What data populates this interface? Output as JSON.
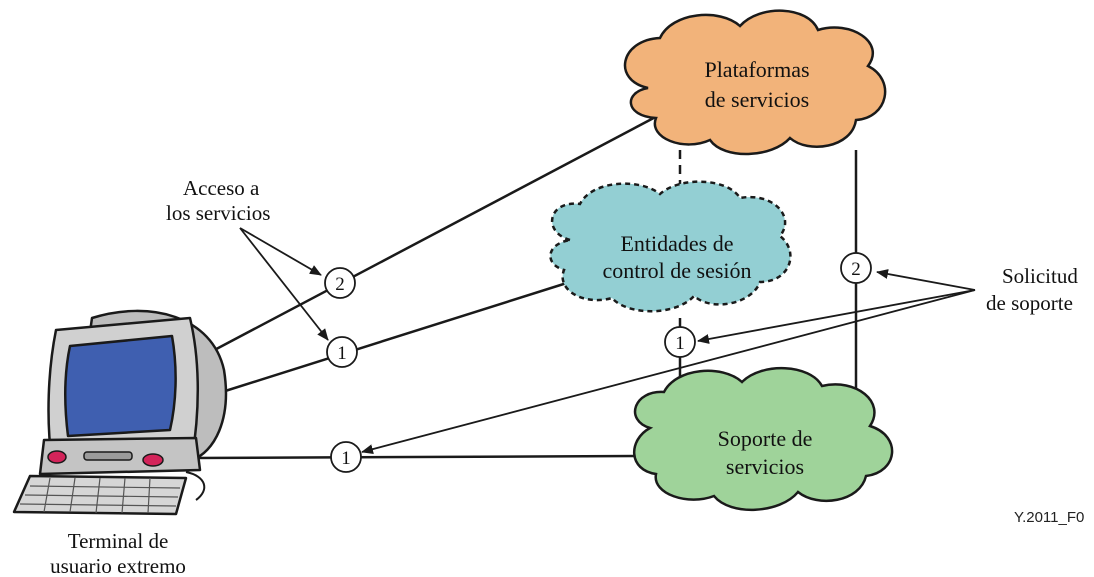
{
  "colors": {
    "platform_cloud": "#f2b37a",
    "session_cloud": "#93cfd3",
    "support_cloud": "#9fd39a",
    "outline": "#1a1a1a",
    "monitor_screen": "#3f5fb0",
    "monitor_body": "#c9c9c9",
    "red_buttons": "#d3245a"
  },
  "clouds": {
    "platform": {
      "line1": "Plataformas",
      "line2": "de servicios"
    },
    "session": {
      "line1": "Entidades de",
      "line2": "control de sesión"
    },
    "support": {
      "line1": "Soporte de",
      "line2": "servicios"
    }
  },
  "labels": {
    "access": {
      "line1": "Acceso a",
      "line2": "los servicios"
    },
    "support_request": {
      "line1": "Solicitud",
      "line2": "de soporte"
    },
    "terminal": {
      "line1": "Terminal de",
      "line2": "usuario extremo"
    },
    "figure_ref": "Y.2011_F0"
  },
  "markers": {
    "access_2": "2",
    "access_1": "1",
    "session_1": "1",
    "platform_support_2": "2",
    "terminal_support_1": "1"
  },
  "icons": {
    "terminal": "computer-terminal-icon"
  }
}
